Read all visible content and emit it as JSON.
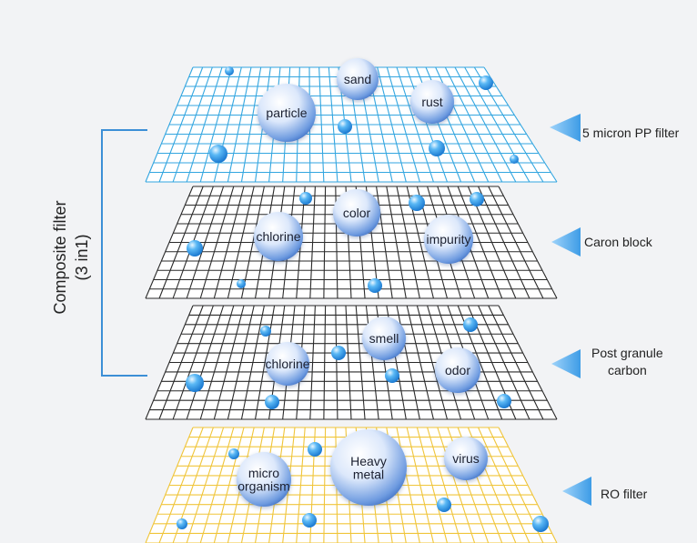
{
  "composite": {
    "title": "Composite filter",
    "subtitle": "(3 in1)"
  },
  "layers": [
    {
      "id": "pp",
      "label_lines": [
        "5 micron PP filter"
      ],
      "grid_color": "#33a6e0",
      "bubbles": [
        {
          "text": "sand"
        },
        {
          "text": "particle"
        },
        {
          "text": "rust"
        }
      ]
    },
    {
      "id": "carbon-block",
      "label_lines": [
        "Caron block"
      ],
      "grid_color": "#2a2a2a",
      "bubbles": [
        {
          "text": "color"
        },
        {
          "text": "chlorine"
        },
        {
          "text": "impurity"
        }
      ]
    },
    {
      "id": "post-carbon",
      "label_lines": [
        "Post granule",
        "carbon"
      ],
      "grid_color": "#2a2a2a",
      "bubbles": [
        {
          "text": "smell"
        },
        {
          "text": "chlorine"
        },
        {
          "text": "odor"
        }
      ]
    },
    {
      "id": "ro",
      "label_lines": [
        "RO filter"
      ],
      "grid_color": "#f0c53a",
      "bubbles": [
        {
          "text": "Heavy\nmetal"
        },
        {
          "text": "micro\norganism"
        },
        {
          "text": "virus"
        }
      ]
    }
  ],
  "colors": {
    "arrow": "#4aa8e8",
    "bracket": "#3c8fd6",
    "bubble_light": "#ffffff",
    "bubble_dark": "#4a7fd0",
    "drop": "#1e88e5"
  }
}
